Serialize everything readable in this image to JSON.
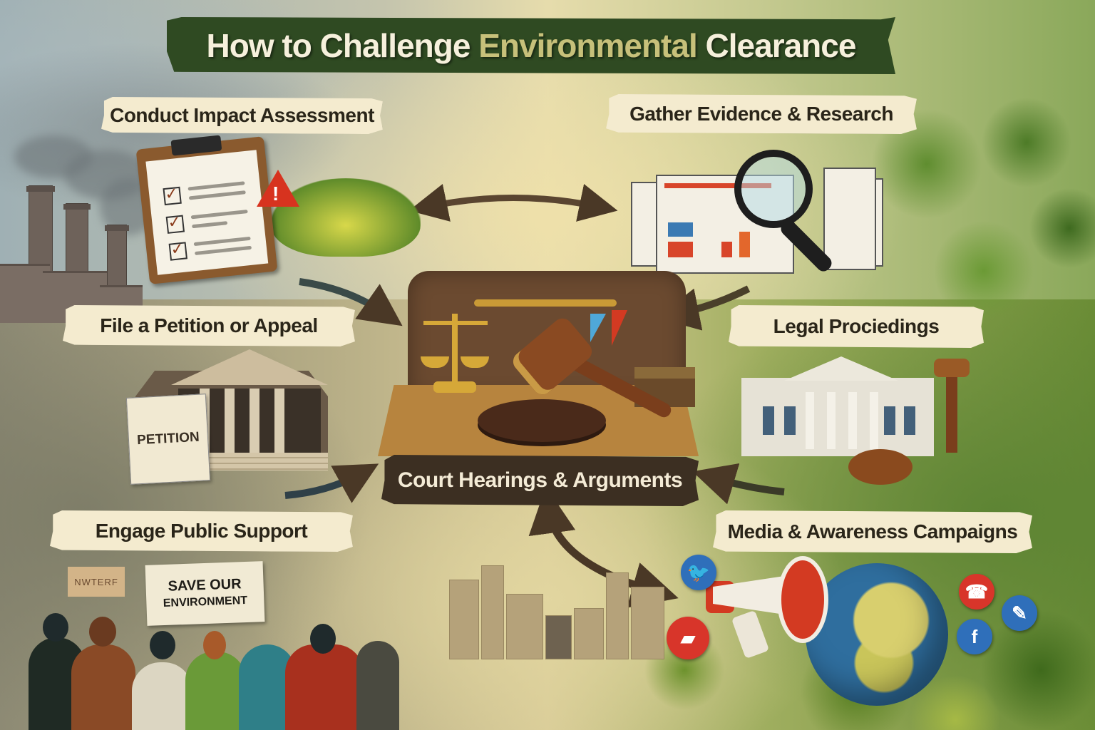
{
  "title": {
    "part1": "How to Challenge ",
    "accent": "Environmental",
    "part2": " Clearance",
    "banner_color": "#2f4a22",
    "accent_color": "#c7c07a"
  },
  "steps": [
    {
      "id": "impact",
      "label": "Conduct Impact Assessment"
    },
    {
      "id": "evidence",
      "label": "Gather Evidence & Research"
    },
    {
      "id": "petition",
      "label": "File a Petition or Appeal"
    },
    {
      "id": "legal",
      "label": "Legal Prociedings"
    },
    {
      "id": "court",
      "label": "Court Hearings & Arguments"
    },
    {
      "id": "public",
      "label": "Engage Public Support"
    },
    {
      "id": "media",
      "label": "Media & Awareness Campaigns"
    }
  ],
  "illustrations": {
    "petition_doc": "PETITION",
    "protest_sign": "SAVE OUR ENVIRONMENT",
    "protest_sign_line1": "SAVE OUR",
    "protest_sign_line2": "ENVIRONMENT",
    "small_sign": "NWTERF",
    "warning_mark": "!"
  },
  "social_icons": [
    {
      "name": "twitter",
      "glyph": "🐦",
      "color": "#2f6fba"
    },
    {
      "name": "video",
      "glyph": "▰",
      "color": "#d8352a"
    },
    {
      "name": "phone",
      "glyph": "☎",
      "color": "#d8352a"
    },
    {
      "name": "share",
      "glyph": "✎",
      "color": "#2f6fba"
    },
    {
      "name": "facebook",
      "glyph": "f",
      "color": "#2f6fba"
    }
  ],
  "colors": {
    "label_paper": "#f4ebcf",
    "label_text": "#2a2519",
    "court_banner": "#3c2f22",
    "arrow": "#4a3826"
  }
}
